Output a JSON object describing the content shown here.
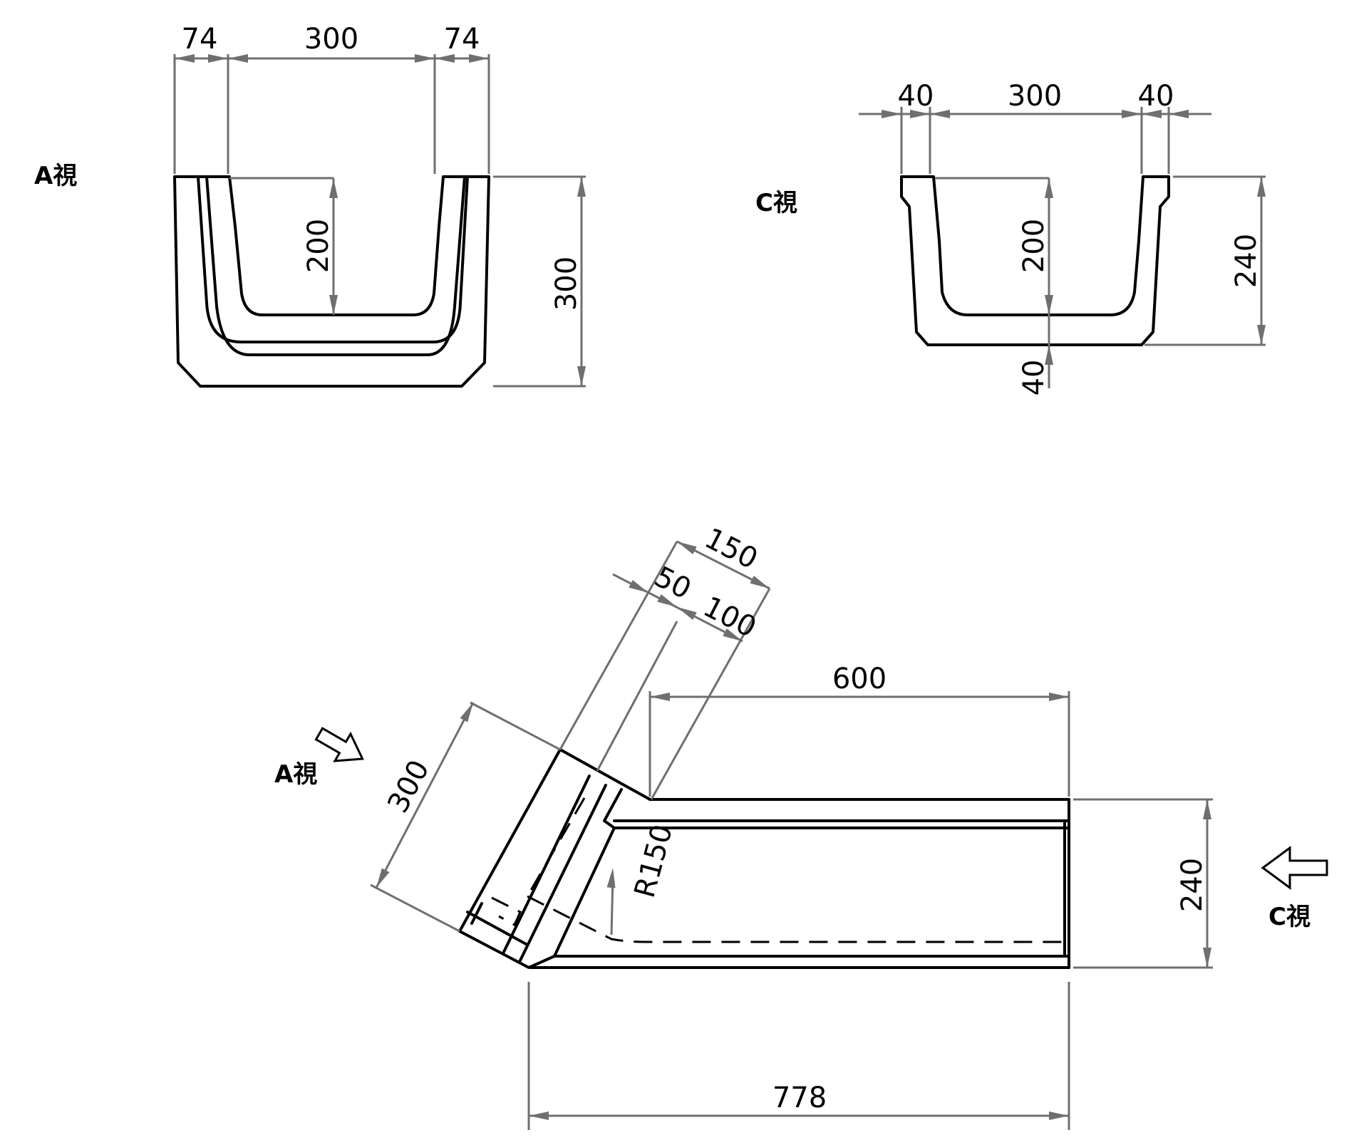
{
  "views": {
    "view_a_label": "A視",
    "view_c_label": "C視"
  },
  "view_a": {
    "dims": {
      "left_wall": "74",
      "inner_width": "300",
      "right_wall": "74",
      "inner_depth": "200",
      "overall_height": "300"
    }
  },
  "view_c": {
    "dims": {
      "left_wall": "40",
      "inner_width": "300",
      "right_wall": "40",
      "inner_depth": "200",
      "overall_height": "240",
      "bottom_thickness": "40"
    }
  },
  "plan_view": {
    "dims": {
      "branch_total": "150",
      "branch_offset": "50",
      "branch_inner": "100",
      "straight_length": "600",
      "branch_length": "300",
      "bend_radius": "R150",
      "height": "240",
      "overall_length": "778"
    },
    "view_a_label": "A視",
    "view_c_label": "C視"
  }
}
